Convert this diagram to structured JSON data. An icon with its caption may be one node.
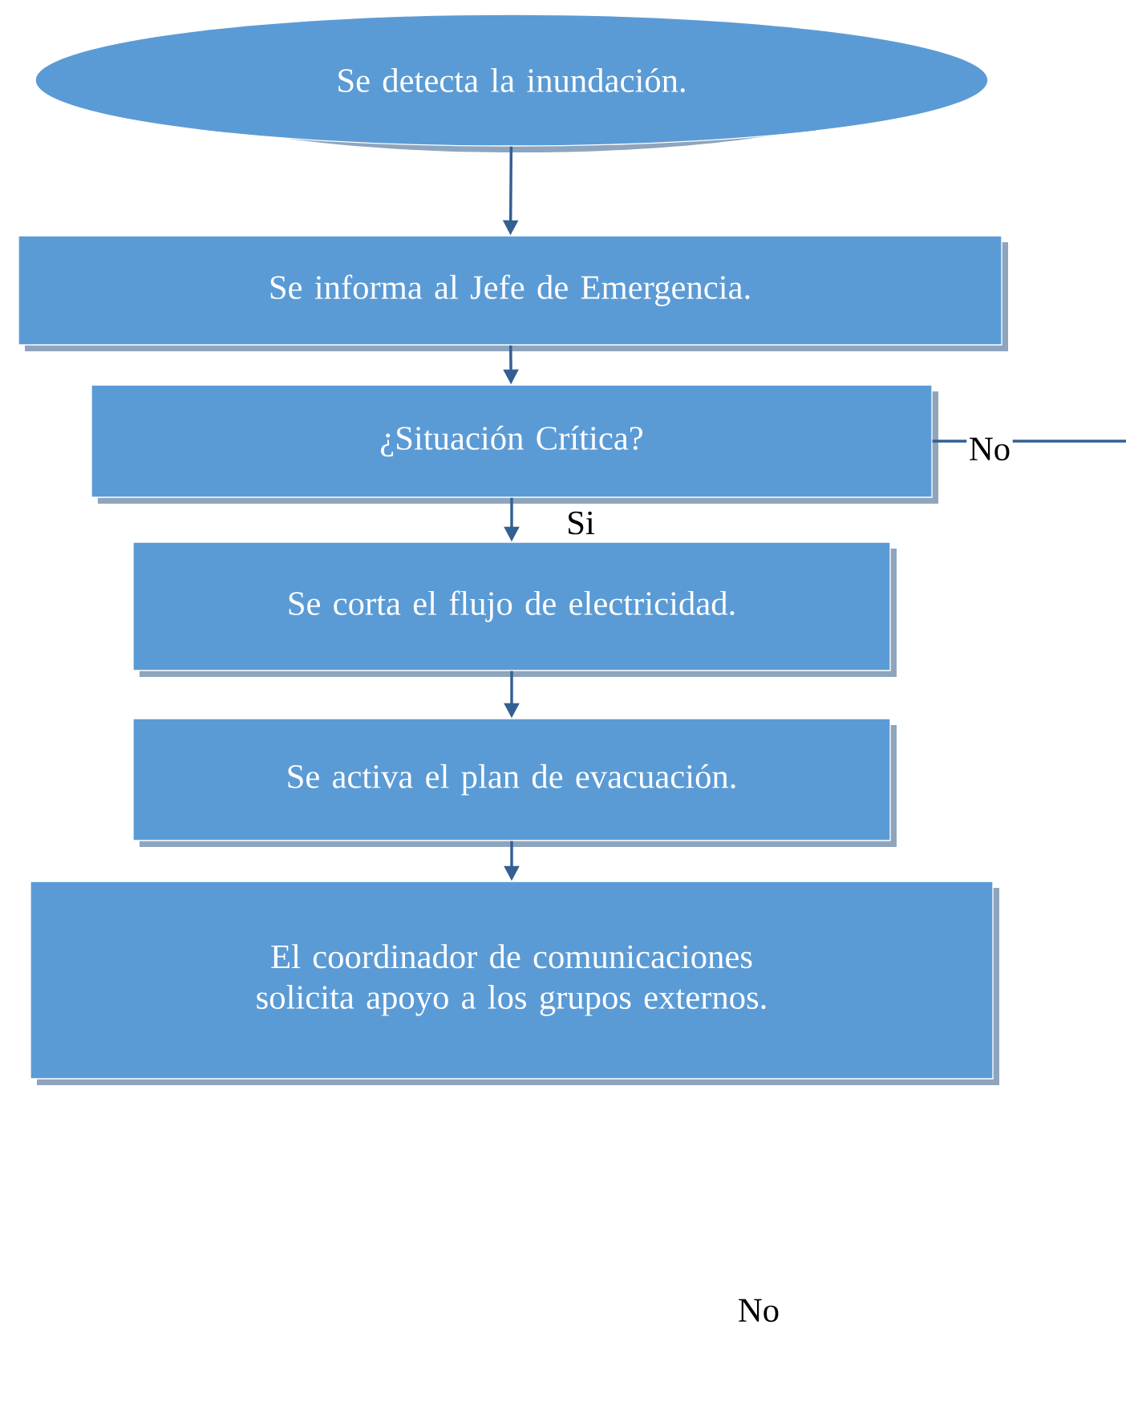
{
  "diagram": {
    "nodes": [
      {
        "text": [
          "Se detecta la inundación."
        ]
      },
      {
        "text": [
          "Se informa al Jefe de Emergencia."
        ]
      },
      {
        "text": [
          "¿Situación Crítica?"
        ]
      },
      {
        "text": [
          "Se corta el flujo de electricidad."
        ]
      },
      {
        "text": [
          "Se activa el plan de evacuación."
        ]
      },
      {
        "text": [
          "El coordinador de comunicaciones solicita apoyo a los grupos externos."
        ]
      }
    ],
    "edges": [
      {
        "from": 0,
        "to": 1,
        "arrow": "to"
      },
      {
        "from": 1,
        "to": 2,
        "arrow": "to"
      },
      {
        "from": 2,
        "to": 3,
        "arrow": "to",
        "label": "Si"
      },
      {
        "from": 3,
        "to": 4,
        "arrow": "to"
      },
      {
        "from": 4,
        "to": 5,
        "arrow": "to"
      },
      {
        "from": 2,
        "to": null,
        "arrow": "none",
        "label": "No"
      }
    ],
    "labels": [
      "No"
    ]
  }
}
